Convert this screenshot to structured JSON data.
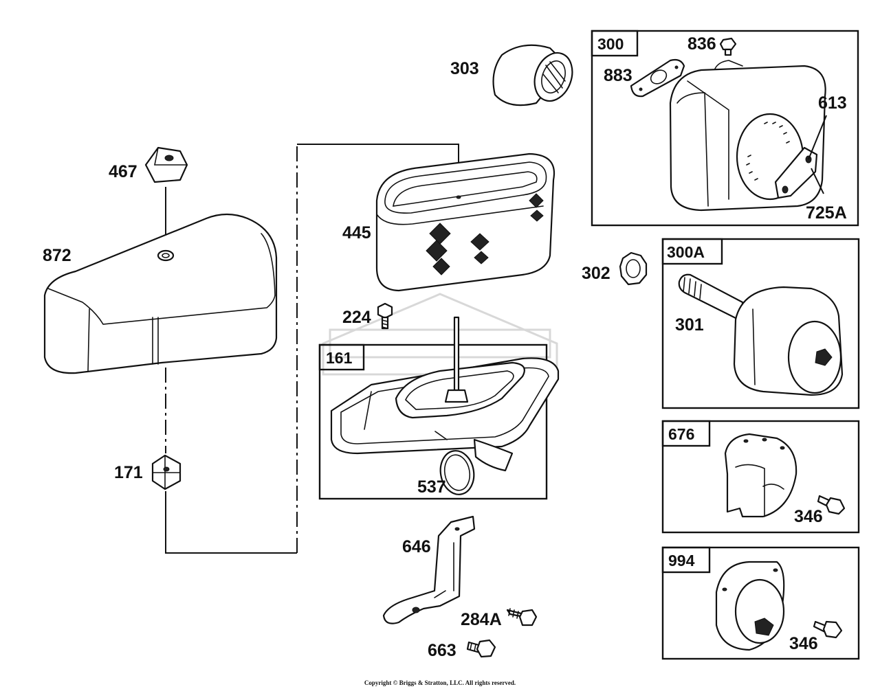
{
  "callouts": {
    "p303": "303",
    "p836": "836",
    "p883": "883",
    "p613": "613",
    "p725a": "725A",
    "p467": "467",
    "p872": "872",
    "p445": "445",
    "p302": "302",
    "p301": "301",
    "p224": "224",
    "p171": "171",
    "p537": "537",
    "p646": "646",
    "p284a": "284A",
    "p663": "663",
    "p346a": "346",
    "p346b": "346"
  },
  "boxes": {
    "b300": "300",
    "b300a": "300A",
    "b161": "161",
    "b676": "676",
    "b994": "994"
  },
  "footer": {
    "copyright": "Copyright © Briggs & Stratton, LLC. All rights reserved."
  },
  "colors": {
    "line": "#111111",
    "background": "#ffffff",
    "watermark": "#d8d8d8"
  }
}
